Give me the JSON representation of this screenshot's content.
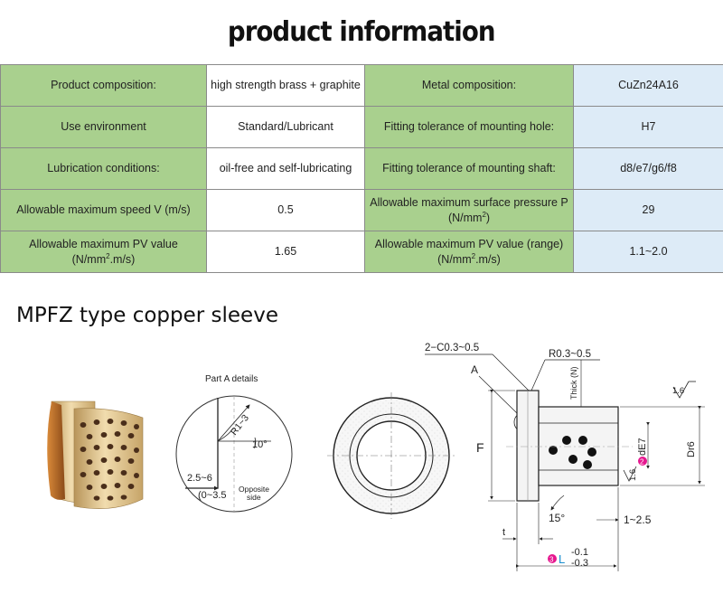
{
  "title": "product information",
  "table": {
    "row1": {
      "label1": "Product composition:",
      "value1": "high strength brass + graphite",
      "label2": "Metal composition:",
      "value2": "CuZn24A16"
    },
    "row2": {
      "label1": "Use environment",
      "value1": "Standard/Lubricant",
      "label2": "Fitting tolerance of mounting hole:",
      "value2": "H7"
    },
    "row3": {
      "label1": "Lubrication conditions:",
      "value1": "oil-free and self-lubricating",
      "label2": "Fitting tolerance of mounting shaft:",
      "value2": "d8/e7/g6/f8"
    },
    "row4": {
      "label1": "Allowable maximum speed V (m/s)",
      "value1": "0.5",
      "label2": "Allowable maximum surface pressure P",
      "label2_unit_pre": "(N/mm",
      "label2_unit_sup": "2",
      "label2_unit_post": ")",
      "value2": "29"
    },
    "row5": {
      "label1": "Allowable maximum PV value",
      "label1_unit_pre": "(N/mm",
      "label1_unit_sup": "2",
      "label1_unit_post": ".m/s)",
      "value1": "1.65",
      "label2": "Allowable maximum PV value (range)",
      "label2_unit_pre": "(N/mm",
      "label2_unit_sup": "2",
      "label2_unit_post": ".m/s)",
      "value2": "1.1~2.0"
    }
  },
  "subtitle": "MPFZ type copper sleeve",
  "detail": {
    "heading": "Part A details",
    "r_label": "R1~3",
    "angle_label": "10°",
    "dim1": "2.5~6",
    "dim2": "(0~3.5",
    "opposite_1": "Opposite",
    "opposite_2": "side"
  },
  "section": {
    "chamfer": "2−C0.3~0.5",
    "radius": "R0.3~0.5",
    "part_a": "A",
    "thick": "Thick (N)",
    "f_label": "F",
    "roughness_top": "1.6",
    "roughness_mid": "1.6",
    "num2": "2",
    "d_label": "dE7",
    "dr_label": "Dr6",
    "angle15": "15°",
    "dim_1_25": "1~2.5",
    "t_label": "t",
    "num3": "3",
    "l_label": "L",
    "tol_upper": "-0.1",
    "tol_lower": "-0.3"
  },
  "colors": {
    "label_bg": "#a9d08e",
    "value2_bg": "#ddebf7",
    "badge": "#e6178f",
    "brass": "#c9a770"
  }
}
